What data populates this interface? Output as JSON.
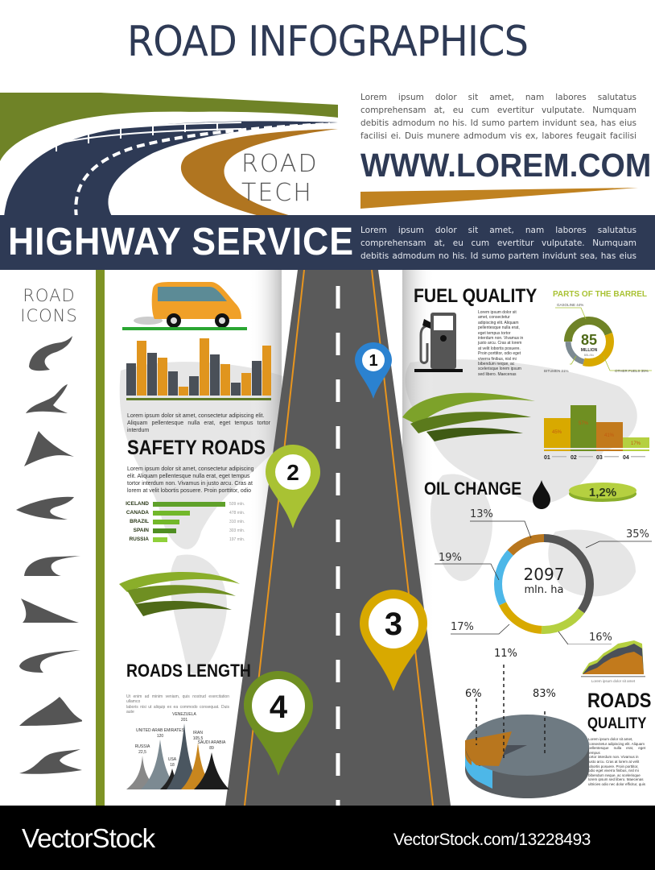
{
  "header": {
    "title": "ROAD INFOGRAPHICS",
    "road_tech": [
      "ROAD",
      "TECH"
    ],
    "intro_text": [
      "Lorem ipsum dolor sit amet, nam labores salutatus",
      "comprehensam at, eu cum evertitur vulputate. Numquam",
      "debitis admodum no his. Id sumo partem invidunt sea, has eius",
      "facilisi ei. Duis munere admodum vis ex, labores feugait facilisi"
    ],
    "url": "WWW.LOREM.COM",
    "banner_title": "HIGHWAY SERVICE",
    "banner_text": [
      "Lorem ipsum dolor sit amet, nam labores salutatus",
      "comprehensam at, eu cum evertitur vulputate. Numquam",
      "debitis admodum no his. Id sumo partem invidunt sea, has eius"
    ]
  },
  "colors": {
    "navy": "#2e3a55",
    "olive": "#6f8327",
    "lime": "#a9c233",
    "ochre": "#b87a1c",
    "mustard": "#d8a900",
    "orange": "#e8951e",
    "slate": "#4a5058",
    "sky": "#4db7e8",
    "pin_blue": "#2b82d0",
    "road": "#5a5a5a"
  },
  "road_icons": {
    "title": [
      "ROAD",
      "ICONS"
    ],
    "icons": [
      "winding-road-icon-1",
      "winding-road-icon-2",
      "straight-road-icon",
      "curved-road-icon",
      "bend-road-icon",
      "guardrail-road-icon",
      "curve-left-road-icon",
      "mountain-road-icon",
      "s-curve-road-icon"
    ]
  },
  "van_chart": {
    "caption": [
      "Lorem ipsum dolor sit amet, consectetur adipiscing elit.",
      "Aliquam pellentesque nulla erat, eget tempus tortor interdum"
    ]
  },
  "safety_roads": {
    "title": "SAFETY ROADS",
    "text": [
      "Lorem ipsum dolor sit amet, consectetur adipiscing",
      "elit. Aliquam pellentesque nulla erat, eget tempus",
      "tortor interdum non. Vivamus in justo arcu. Cras at",
      "lorem at velit lobortis posuere. Proin porttitor, odio"
    ],
    "rows": [
      {
        "country": "ICELAND",
        "value": "509 mln.",
        "width": 82
      },
      {
        "country": "CANADA",
        "value": "478 mln.",
        "width": 46
      },
      {
        "country": "BRAZIL",
        "value": "310 mln.",
        "width": 32
      },
      {
        "country": "SPAIN",
        "value": "303 mln.",
        "width": 28
      },
      {
        "country": "RUSSIA",
        "value": "197 mln.",
        "width": 18
      }
    ]
  },
  "roads_length": {
    "title": "ROADS LENGTH",
    "text": [
      "Ut enim ad minim veniam, quis nostrud exercitation ullamco",
      "laboris nisi ut aliquip ex ea commodo consequat. Duis aute"
    ],
    "peaks": [
      {
        "name": "RUSSIA",
        "value": "22,5"
      },
      {
        "name": "UNITED ARAB EMIRATES",
        "value": "120"
      },
      {
        "name": "USA",
        "value": "18"
      },
      {
        "name": "VENEZUELA",
        "value": "201"
      },
      {
        "name": "IRAN",
        "value": "105,5"
      },
      {
        "name": "SAUDI ARABIA",
        "value": "89"
      }
    ]
  },
  "fuel_quality": {
    "title": "FUEL QUALITY",
    "text": [
      "Lorem ipsum dolor sit",
      "amet, consectetur",
      "adipiscing elit. Aliquam",
      "pellentesque nulla erat,",
      "eget tempus tortor",
      "interdum non. Vivamus in",
      "justo arcu. Cras at lorem",
      "at velit lobortis posuere.",
      "Proin porttitor, odio eget",
      "viverra finibus, nisl mi",
      "bibendum neque, ac",
      "scelerisque lorem ipsum",
      "sed libero. Maecenas"
    ]
  },
  "barrel": {
    "title": "PARTS OF THE BARREL",
    "center_value": "85",
    "center_unit": "MILLION",
    "center_sub": "BBL/Mo",
    "labels": {
      "gasoline": "GASOLINE 44%",
      "bitumen": "BITUMEN 21%",
      "other": "OTHER FUELS 35%"
    }
  },
  "quarter_bars": {
    "bars": [
      {
        "label": "01",
        "value": "45%"
      },
      {
        "label": "02",
        "value": "57%"
      },
      {
        "label": "03",
        "value": "41%"
      },
      {
        "label": "04",
        "value": "17%"
      }
    ]
  },
  "oil_change": {
    "title": "OIL CHANGE",
    "badge": "1,2%",
    "center_value": "2097",
    "center_unit": "mln. ha",
    "segments": [
      {
        "label": "35%"
      },
      {
        "label": "16%"
      },
      {
        "label": "17%"
      },
      {
        "label": "19%"
      },
      {
        "label": "13%"
      }
    ]
  },
  "area_chart": {
    "caption": "Lorem ipsum dolor sit amet"
  },
  "roads_quality": {
    "title": [
      "ROADS",
      "QUALITY"
    ],
    "pie_labels": [
      "6%",
      "11%",
      "83%"
    ],
    "text": [
      "Lorem ipsum dolor sit amet,",
      "consectetur adipiscing elit. Aliquam",
      "pellentesque nulla erat, eget tempus",
      "tortor interdum non. Vivamus in",
      "justo arcu. Cras at lorem at velit",
      "lobortis posuere. Proin porttitor,",
      "odio eget viverra finibus, nisl mi",
      "bibendum neque, ac scelerisque",
      "lorem ipsum sed libero. Maecenas",
      "ultricies odio nec dolor efficitur, quis"
    ]
  },
  "pins": [
    "1",
    "2",
    "3",
    "4"
  ],
  "footer": {
    "brand": "VectorStock",
    "url": "VectorStock.com/13228493"
  },
  "chart_data": [
    {
      "type": "bar",
      "title": "",
      "categories": [
        "1",
        "2",
        "3",
        "4",
        "5",
        "6",
        "7",
        "8",
        "9",
        "10",
        "11",
        "12",
        "13",
        "14"
      ],
      "series": [
        {
          "name": "dark",
          "values": [
            55,
            0,
            65,
            0,
            40,
            0,
            35,
            0,
            55,
            0,
            15,
            0,
            45,
            0
          ]
        },
        {
          "name": "orange",
          "values": [
            0,
            72,
            0,
            50,
            0,
            10,
            0,
            75,
            0,
            40,
            0,
            30,
            0,
            65
          ]
        }
      ]
    },
    {
      "type": "bar",
      "title": "SAFETY ROADS",
      "categories": [
        "ICELAND",
        "CANADA",
        "BRAZIL",
        "SPAIN",
        "RUSSIA"
      ],
      "values": [
        509,
        478,
        310,
        303,
        197
      ],
      "unit": "mln."
    },
    {
      "type": "area",
      "title": "ROADS LENGTH",
      "categories": [
        "RUSSIA",
        "UNITED ARAB EMIRATES",
        "USA",
        "VENEZUELA",
        "IRAN",
        "SAUDI ARABIA"
      ],
      "values": [
        22.5,
        120,
        18,
        201,
        105.5,
        89
      ]
    },
    {
      "type": "pie",
      "title": "PARTS OF THE BARREL",
      "categories": [
        "GASOLINE",
        "OTHER FUELS",
        "BITUMEN"
      ],
      "values": [
        44,
        35,
        21
      ],
      "center": "85 MILLION"
    },
    {
      "type": "bar",
      "title": "",
      "categories": [
        "01",
        "02",
        "03",
        "04"
      ],
      "values": [
        45,
        57,
        41,
        17
      ]
    },
    {
      "type": "pie",
      "title": "OIL CHANGE",
      "categories": [
        "dark gray",
        "lime",
        "mustard",
        "sky blue",
        "ochre"
      ],
      "values": [
        35,
        16,
        17,
        19,
        13
      ],
      "center": "2097 mln. ha"
    },
    {
      "type": "pie",
      "title": "ROADS QUALITY",
      "categories": [
        "gray",
        "blue",
        "ochre"
      ],
      "values": [
        83,
        6,
        11
      ]
    }
  ]
}
